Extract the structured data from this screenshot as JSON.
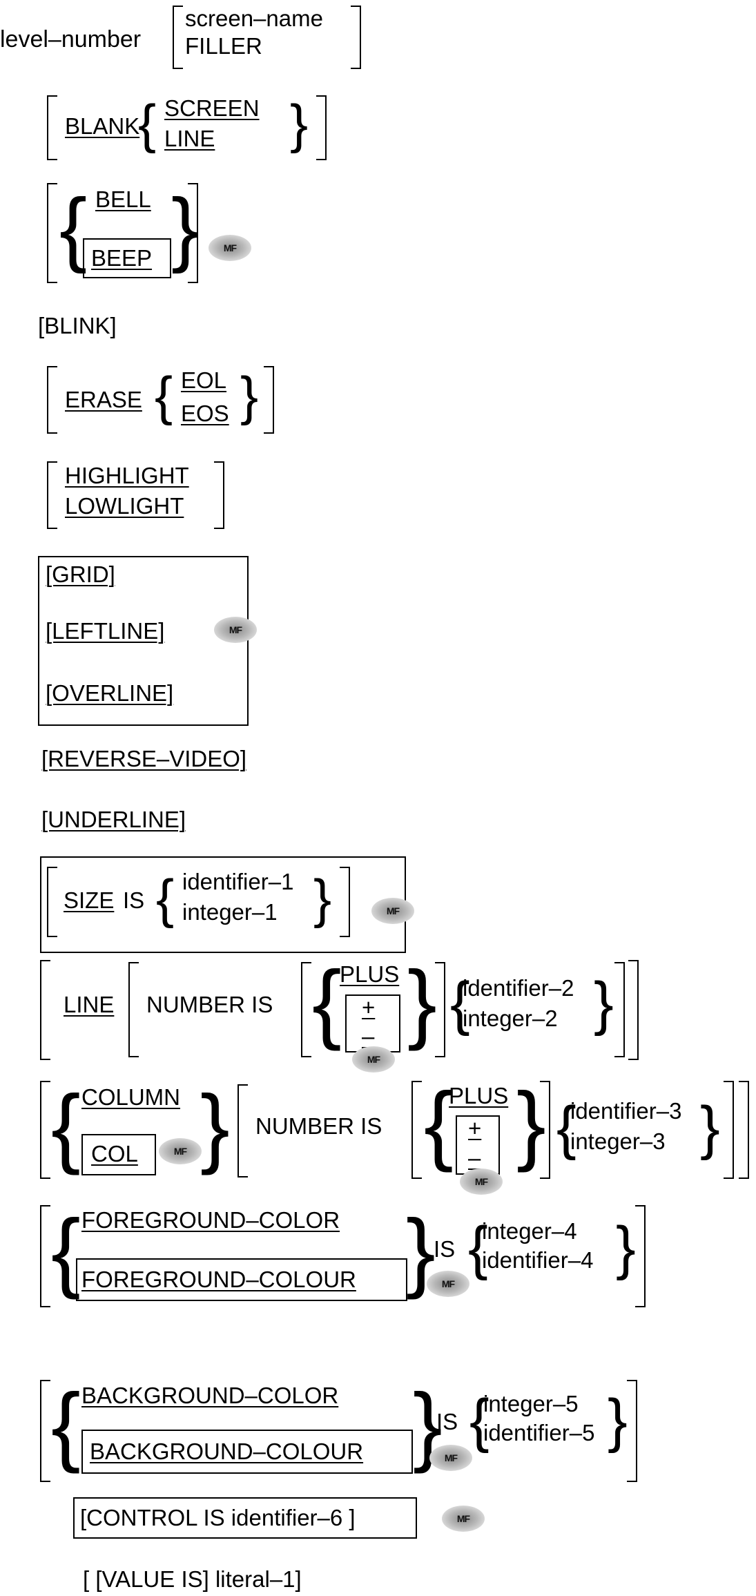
{
  "clauses": {
    "level_number": "level–number",
    "screen_name": "screen–name",
    "filler": "FILLER",
    "blank": "BLANK",
    "screen": "SCREEN",
    "line": "LINE",
    "bell": "BELL",
    "beep": "BEEP",
    "blink": "[BLINK]",
    "erase": "ERASE",
    "eol": "EOL",
    "eos": "EOS",
    "highlight": "HIGHLIGHT",
    "lowlight": "LOWLIGHT",
    "grid": "[GRID]",
    "leftline": "[LEFTLINE]",
    "overline": "[OVERLINE]",
    "reverse_video": "[REVERSE–VIDEO]",
    "underline": "[UNDERLINE]",
    "size": "SIZE",
    "is": "IS",
    "identifier_1": "identifier–1",
    "integer_1": "integer–1",
    "line_kw": "LINE",
    "number_is": "NUMBER IS",
    "plus": "PLUS",
    "plus_sign": "+",
    "minus_sign": "–",
    "identifier_2": "identifier–2",
    "integer_2": "integer–2",
    "column": "COLUMN",
    "col": "COL",
    "number_is_2": "NUMBER IS",
    "plus_2": "PLUS",
    "identifier_3": "identifier–3",
    "integer_3": "integer–3",
    "foreground_color": "FOREGROUND–COLOR",
    "foreground_colour": "FOREGROUND–COLOUR",
    "is_fg": "IS",
    "integer_4": "integer–4",
    "identifier_4": "identifier–4",
    "background_color": "BACKGROUND–COLOR",
    "background_colour": "BACKGROUND–COLOUR",
    "is_bg": "IS",
    "integer_5": "integer–5",
    "identifier_5": "identifier–5",
    "control": "[CONTROL IS identifier–6 ]",
    "value": "[ [VALUE IS] literal–1]"
  },
  "markers": {
    "mf": "MF"
  }
}
